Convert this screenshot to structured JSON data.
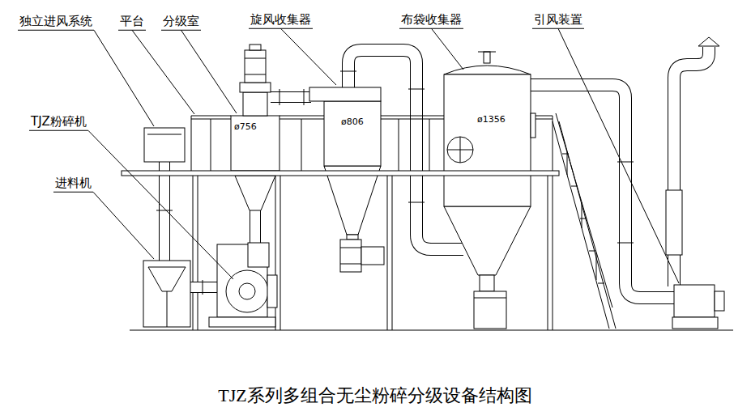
{
  "diagram": {
    "caption": "TJZ系列多组合无尘粉碎分级设备结构图",
    "labels": [
      "独立进风系统",
      "平台",
      "分级室",
      "旋风收集器",
      "布袋收集器",
      "引风装置",
      "TJZ粉碎机",
      "进料机",
      "ø756",
      "ø806",
      "ø1356"
    ]
  }
}
